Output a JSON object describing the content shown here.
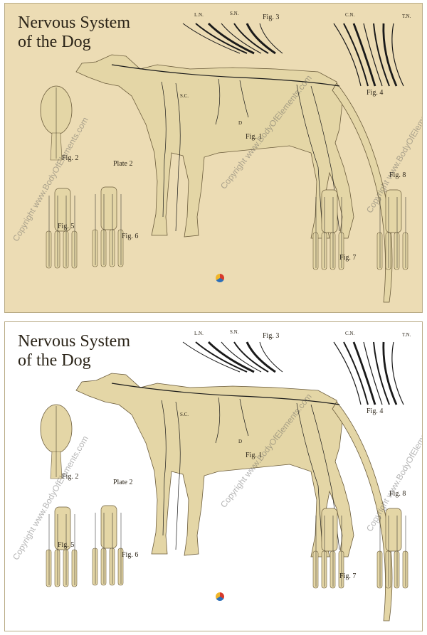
{
  "posters": [
    {
      "variant": "parchment",
      "background": "#ecdcb4",
      "title_line1": "Nervous System",
      "title_line2": "of the Dog",
      "fig1": "Fig. 1",
      "fig2": "Fig. 2",
      "fig3": "Fig. 3",
      "fig4": "Fig. 4",
      "fig5": "Fig. 5",
      "fig6": "Fig. 6",
      "fig7": "Fig. 7",
      "fig8": "Fig. 8",
      "plate": "Plate 2",
      "watermark": "Copyright www.BodyOfElements.com"
    },
    {
      "variant": "white",
      "background": "#ffffff",
      "title_line1": "Nervous System",
      "title_line2": "of the Dog",
      "fig1": "Fig. 1",
      "fig2": "Fig. 2",
      "fig3": "Fig. 3",
      "fig4": "Fig. 4",
      "fig5": "Fig. 5",
      "fig6": "Fig. 6",
      "fig7": "Fig. 7",
      "fig8": "Fig. 8",
      "plate": "Plate 2",
      "watermark": "Copyright www.BodyOfElements.com"
    }
  ],
  "labels": {
    "ln": "L.N.",
    "sn": "S.N.",
    "cn": "C.N.",
    "tn": "T.N.",
    "sc": "S.C.",
    "d": "D"
  },
  "colors": {
    "bone": "#e4d6a6",
    "ink": "#2b2418",
    "nerve": "#1a1a1a"
  }
}
